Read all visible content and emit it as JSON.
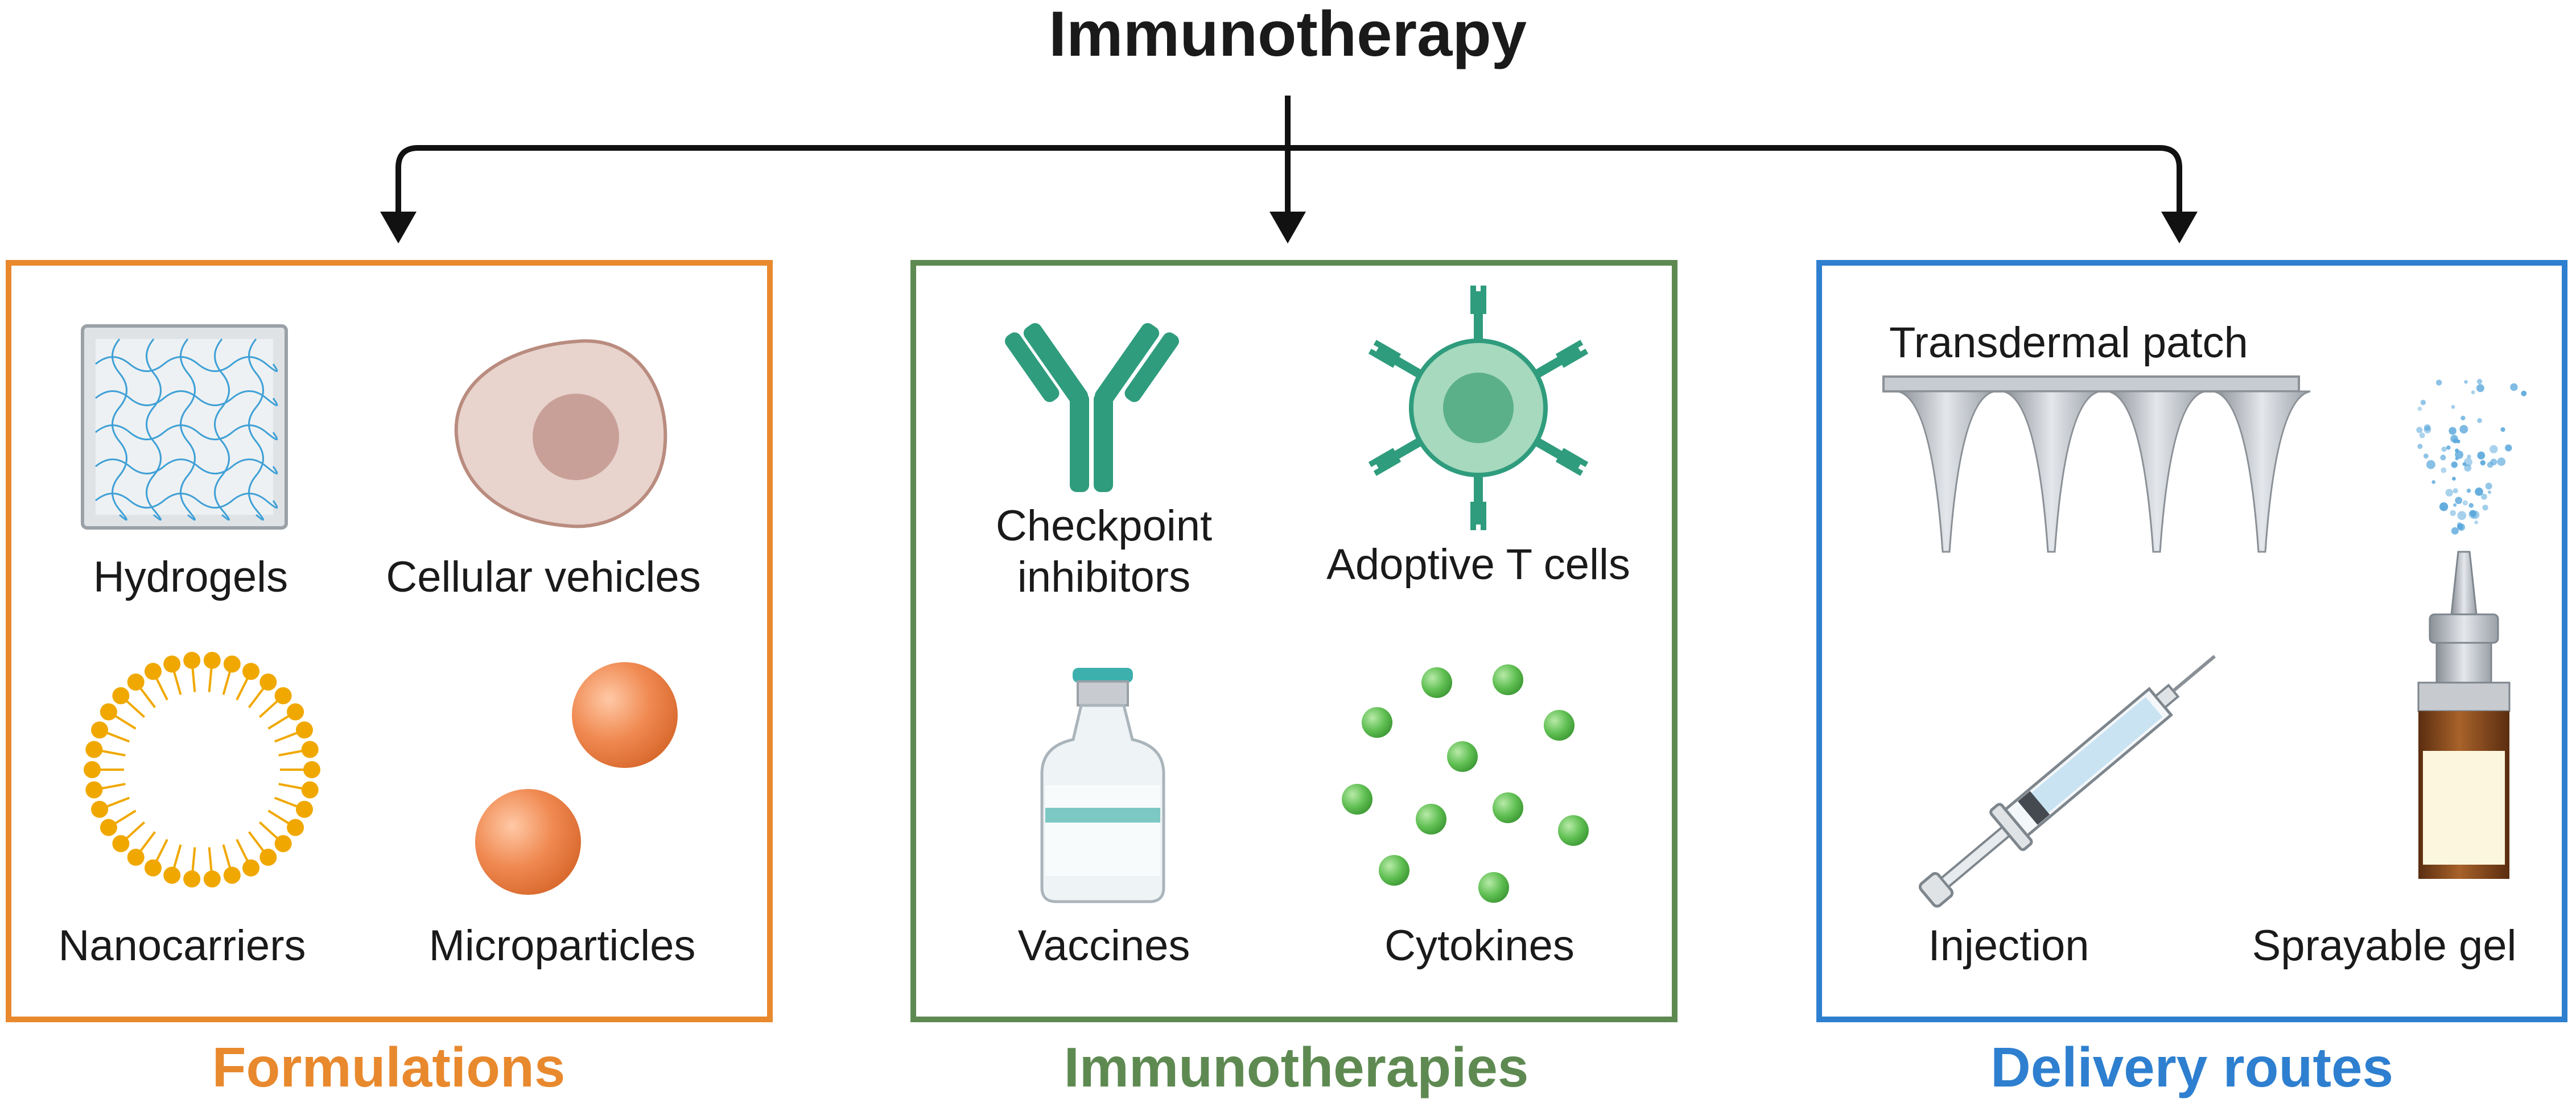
{
  "title": "Immunotherapy",
  "colors": {
    "formulations": "#e8892e",
    "immunotherapies": "#5e8a52",
    "delivery": "#2e7fcf",
    "teal": "#2f9c7d",
    "orange_particle": "#f08a52",
    "green_particle": "#5fbf52",
    "yellow_lipid": "#f0a800"
  },
  "sections": [
    {
      "name": "Formulations",
      "items": [
        {
          "label": "Hydrogels",
          "icon": "hydrogel-icon"
        },
        {
          "label": "Cellular vehicles",
          "icon": "cell-icon"
        },
        {
          "label": "Nanocarriers",
          "icon": "liposome-icon"
        },
        {
          "label": "Microparticles",
          "icon": "microparticle-icon"
        }
      ]
    },
    {
      "name": "Immunotherapies",
      "items": [
        {
          "label_line1": "Checkpoint",
          "label_line2": "inhibitors",
          "icon": "antibody-icon"
        },
        {
          "label": "Adoptive T cells",
          "icon": "t-cell-icon"
        },
        {
          "label": "Vaccines",
          "icon": "vial-icon"
        },
        {
          "label": "Cytokines",
          "icon": "cytokine-icon"
        }
      ]
    },
    {
      "name": "Delivery routes",
      "items": [
        {
          "label": "Transdermal patch",
          "icon": "microneedle-patch-icon"
        },
        {
          "label": "Injection",
          "icon": "syringe-icon"
        },
        {
          "label": "Sprayable gel",
          "icon": "spray-bottle-icon"
        }
      ]
    }
  ]
}
